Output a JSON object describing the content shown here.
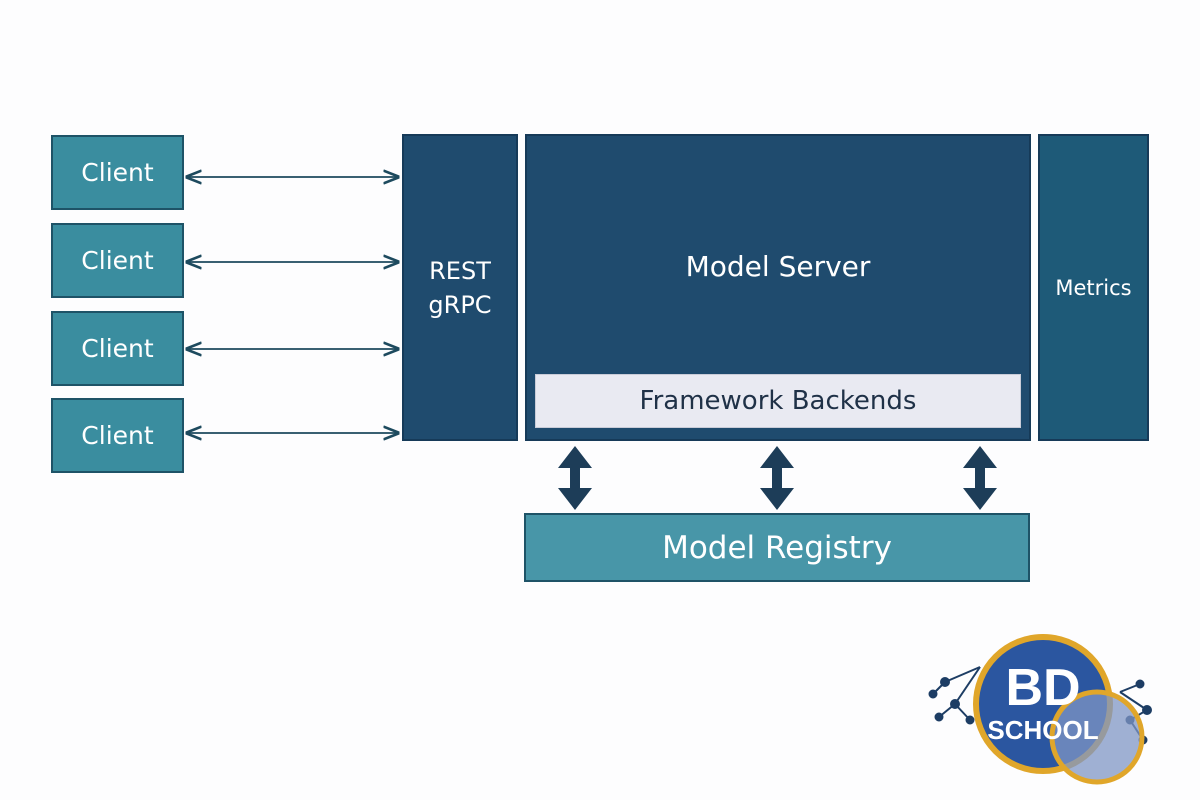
{
  "clients": [
    {
      "label": "Client"
    },
    {
      "label": "Client"
    },
    {
      "label": "Client"
    },
    {
      "label": "Client"
    }
  ],
  "gateway": {
    "line1": "REST",
    "line2": "gRPC"
  },
  "server": {
    "title": "Model Server",
    "backends_label": "Framework Backends"
  },
  "metrics": {
    "label": "Metrics"
  },
  "registry": {
    "label": "Model Registry"
  },
  "logo": {
    "line1": "BD",
    "line2": "SCHOOL"
  },
  "colors": {
    "client_fill": "#3a8d9f",
    "server_fill": "#1f4b6e",
    "metrics_fill": "#1e5a78",
    "registry_fill": "#4896a8",
    "backends_fill": "#e9eaf2",
    "arrow": "#1d4a5e",
    "logo_gold": "#e0a62a",
    "logo_blue": "#2b56a0"
  }
}
